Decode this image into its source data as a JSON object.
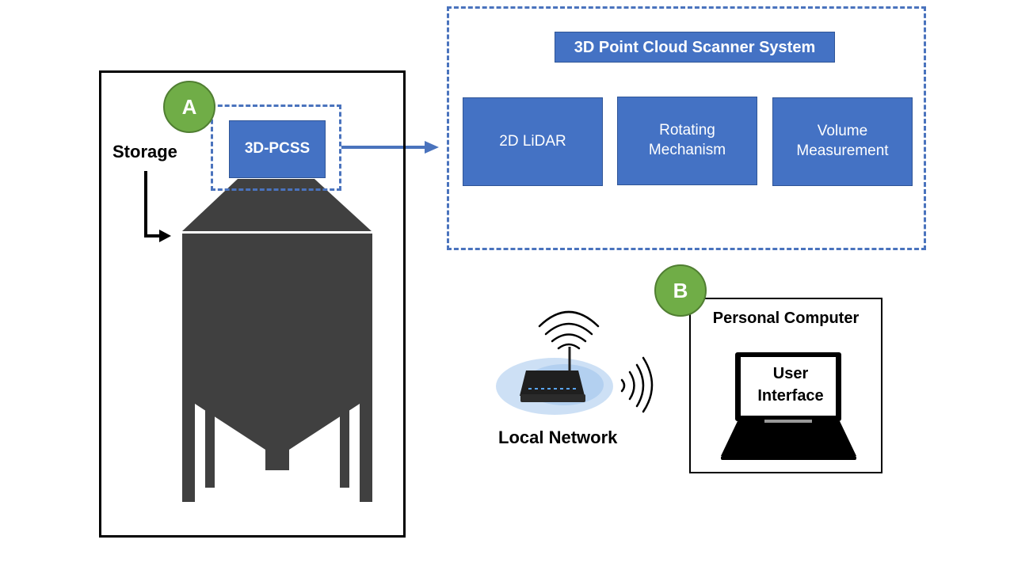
{
  "storage": {
    "label": "Storage",
    "badge": "A",
    "scanner_label": "3D-PCSS"
  },
  "system": {
    "title": "3D Point Cloud Scanner System",
    "components": [
      {
        "line1": "2D LiDAR",
        "line2": ""
      },
      {
        "line1": "Rotating",
        "line2": "Mechanism"
      },
      {
        "line1": "Volume",
        "line2": "Measurement"
      }
    ]
  },
  "network": {
    "label": "Local Network"
  },
  "computer": {
    "badge": "B",
    "title": "Personal Computer",
    "ui_line1": "User",
    "ui_line2": "Interface"
  },
  "colors": {
    "box_blue": "#4472c4",
    "dash_blue": "#4a73bd",
    "badge_green": "#70ad47",
    "silo_gray": "#404040"
  }
}
